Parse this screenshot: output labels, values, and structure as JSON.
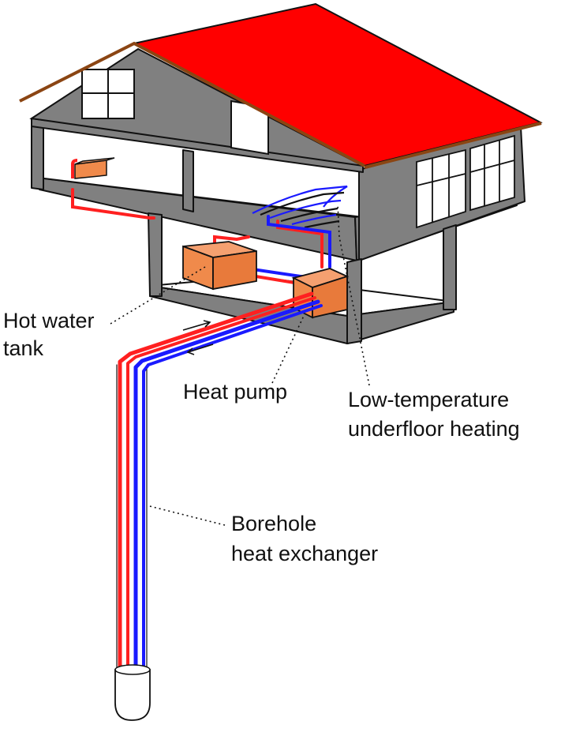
{
  "labels": {
    "hot_water_tank": [
      "Hot water",
      "tank"
    ],
    "heat_pump": [
      "Heat pump"
    ],
    "underfloor": [
      "Low-temperature",
      "underfloor heating"
    ],
    "borehole": [
      "Borehole",
      "heat exchanger"
    ]
  },
  "colors": {
    "roof": "#ff0000",
    "roof_edge": "#8b4513",
    "wall": "#808080",
    "outline": "#111111",
    "hot_pipe": "#ff2020",
    "cold_pipe": "#1a1aff",
    "equipment": "#f08a4b",
    "background": "#ffffff"
  }
}
